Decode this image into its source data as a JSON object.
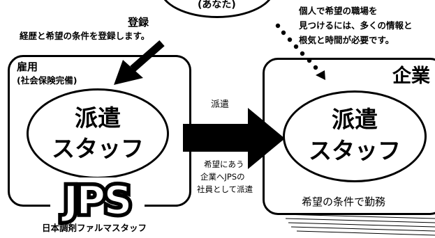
{
  "you": {
    "label": "(あなた)"
  },
  "registration": {
    "title": "登録",
    "description": "経歴と希望の条件を登録します。"
  },
  "individual_note": {
    "lines": [
      "個人で希望の職場を",
      "見つけるには、多くの情報と",
      "根気と時間が必要です。"
    ]
  },
  "jps_box": {
    "employment_label": "雇用",
    "insurance_label": "(社会保険完備)",
    "staff_line1": "派遣",
    "staff_line2": "スタッフ",
    "logo_text": "JPS",
    "company_name": "日本調剤ファルマスタッフ"
  },
  "dispatch": {
    "label": "派遣",
    "note_lines": [
      "希望にあう",
      "企業へJPSの",
      "社員として派遣"
    ]
  },
  "company_box": {
    "title": "企業",
    "staff_line1": "派遣",
    "staff_line2": "スタッフ",
    "work_label": "希望の条件で勤務"
  }
}
